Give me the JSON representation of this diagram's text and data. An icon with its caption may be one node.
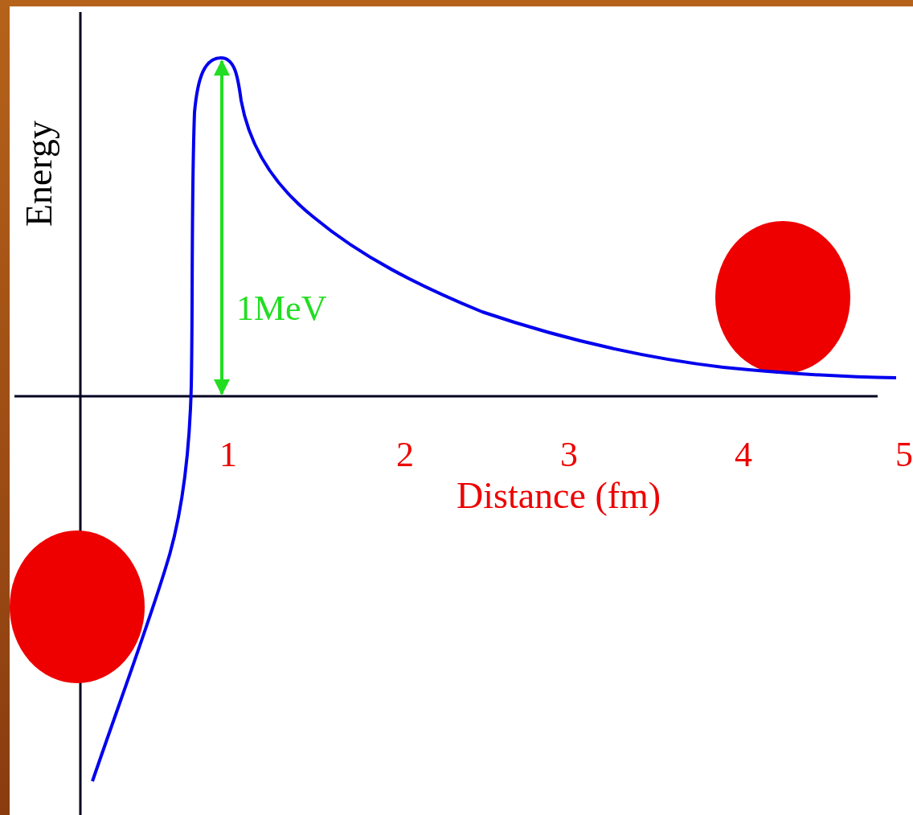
{
  "diagram": {
    "labels": [
      "Energy",
      "1MeV",
      "1",
      "2",
      "3",
      "4",
      "5",
      "Distance (fm)"
    ]
  }
}
